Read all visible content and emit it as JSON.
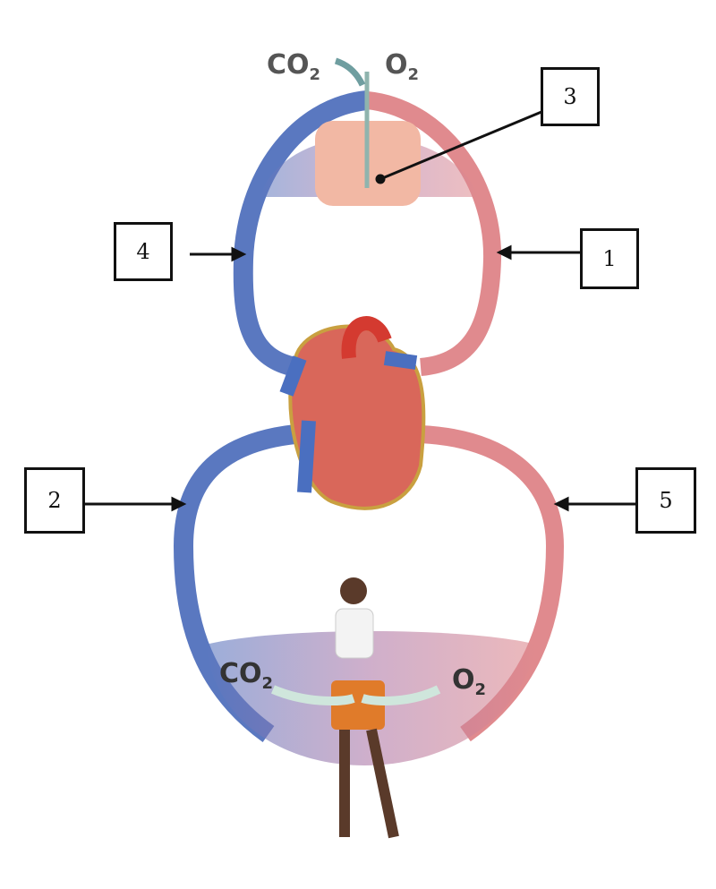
{
  "labels": {
    "l1": "1",
    "l2": "2",
    "l3": "3",
    "l4": "4",
    "l5": "5"
  },
  "gases": {
    "co2_top": "CO",
    "o2_top": "O",
    "co2_bottom": "CO",
    "o2_bottom": "O",
    "sub": "2"
  },
  "colors": {
    "deoxygenated": "#5a78c0",
    "oxygenated": "#e08a8e",
    "heart": "#d9675a",
    "lungs": "#f2b8a4"
  }
}
